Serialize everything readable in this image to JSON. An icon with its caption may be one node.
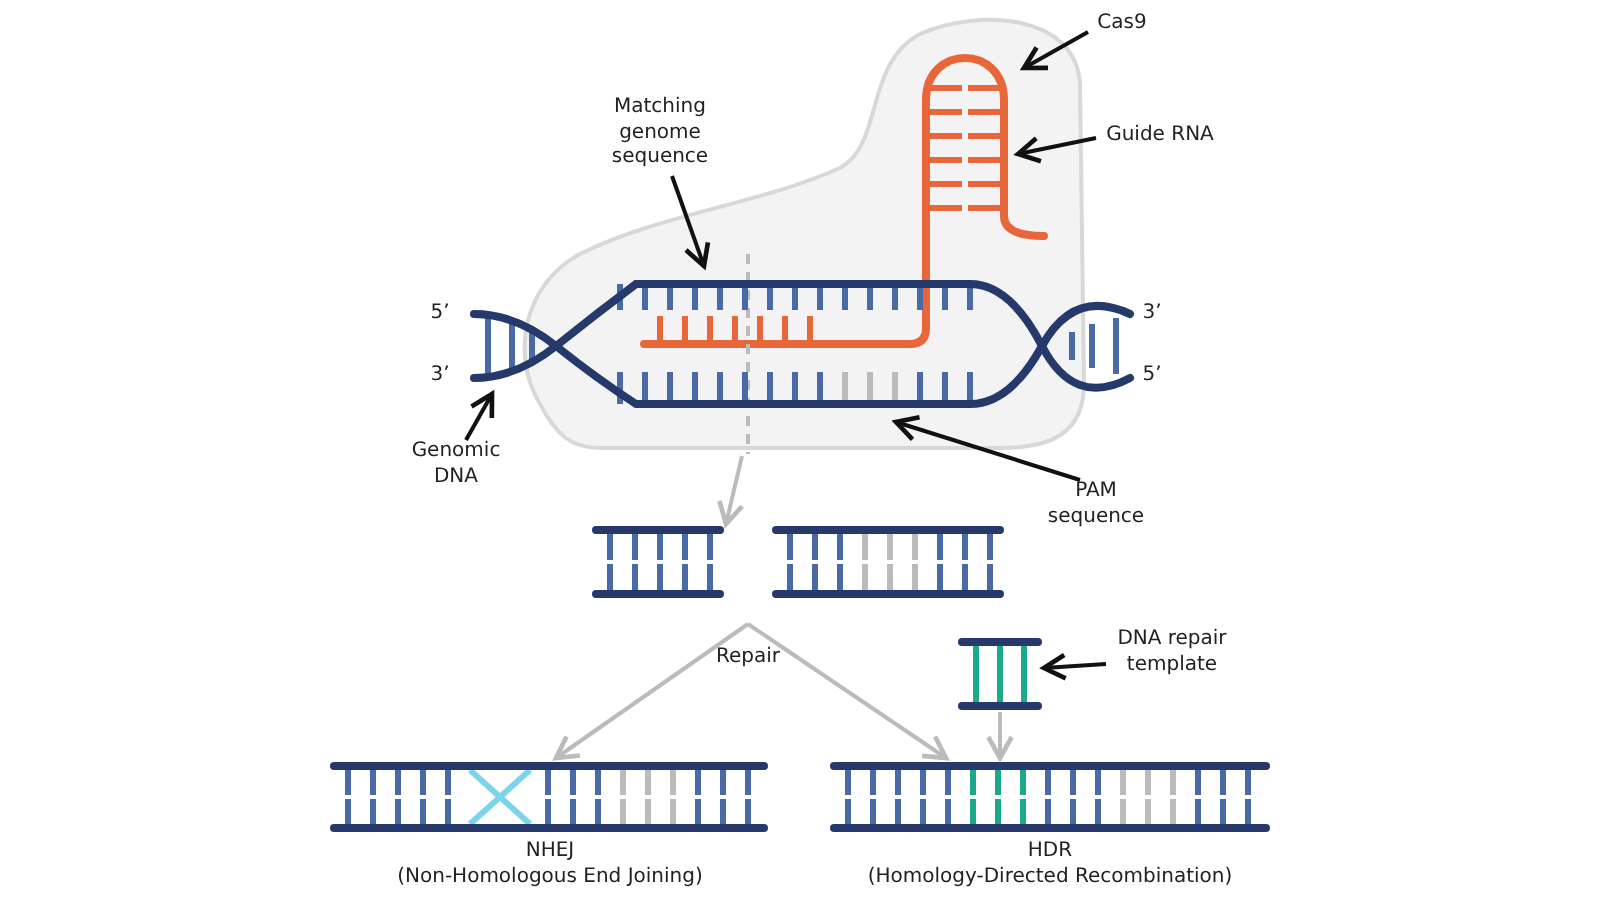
{
  "diagram": {
    "nodes": [
      {
        "text": [
          "Cas9"
        ]
      },
      {
        "text": [],
        "shape": "cloud"
      },
      {
        "text": [
          "Guide RNA"
        ]
      },
      {
        "text": [],
        "shape": "picture",
        "in": 1
      },
      {
        "text": [
          "Matching genome sequence"
        ]
      },
      {
        "text": [],
        "shape": "picture",
        "beside": [
          "5’",
          "3’",
          "3’",
          "5’"
        ]
      },
      {
        "text": [
          "Genomic DNA"
        ]
      },
      {
        "text": [
          "PAM sequence"
        ]
      },
      {
        "text": [],
        "shape": "picture"
      },
      {
        "text": [],
        "shape": "picture"
      },
      {
        "text": [
          "DNA repair template"
        ]
      },
      {
        "text": [],
        "shape": "picture"
      },
      {
        "text": [],
        "shape": "picture",
        "beside": [
          "NHEJ",
          "(Non-Homologous End Joining)"
        ]
      },
      {
        "text": [],
        "shape": "picture",
        "beside": [
          "HDR",
          "(Homology-Directed Recombination)"
        ]
      }
    ],
    "edges": [
      {
        "from": 0,
        "to": 1,
        "arrow": "to"
      },
      {
        "from": 2,
        "to": 3,
        "arrow": "to"
      },
      {
        "from": 4,
        "to": 5,
        "arrow": "to"
      },
      {
        "from": 6,
        "to": 5,
        "arrow": "to"
      },
      {
        "from": 7,
        "to": 5,
        "arrow": "to"
      },
      {
        "from": 5,
        "to": 8,
        "arrow": "to",
        "color": "#bbbbbb"
      },
      {
        "from": null,
        "to": 12,
        "arrow": "to",
        "color": "#bbbbbb"
      },
      {
        "from": null,
        "to": 13,
        "arrow": "to",
        "color": "#bbbbbb"
      },
      {
        "from": 10,
        "to": 11,
        "arrow": "to"
      },
      {
        "from": 11,
        "to": 13,
        "arrow": "to",
        "color": "#bbbbbb"
      }
    ],
    "labels": [
      "Repair"
    ]
  }
}
